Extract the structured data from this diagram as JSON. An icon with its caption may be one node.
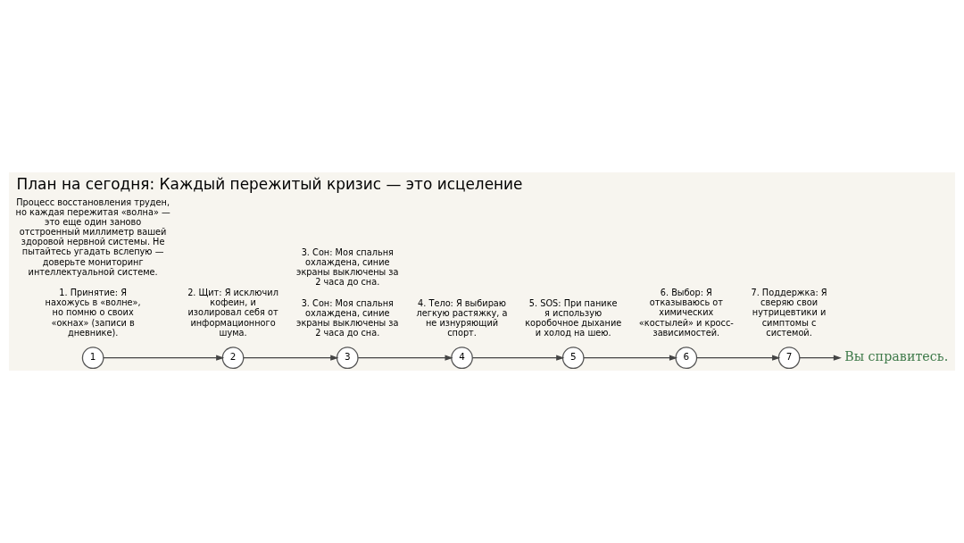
{
  "diagram": {
    "title": "План на сегодня: Каждый пережитый кризис — это исцеление",
    "nodes": [
      {
        "text": [
          "1"
        ],
        "beside": [
          "1. Принятие: Я нахожусь в «волне», но помню о своих «окнах» (записи в дневнике)."
        ]
      },
      {
        "text": [
          "2"
        ],
        "beside": [
          "2. Щит: Я исключил кофеин, и изолировал себя от информационного шума."
        ]
      },
      {
        "text": [
          "3"
        ],
        "beside": [
          "3. Сон: Моя спальня охлаждена, синие экраны выключены за 2 часа до сна.",
          "3. Сон: Моя спальня охлаждена, синие экраны выключены за 2 часа до сна."
        ]
      },
      {
        "text": [
          "4"
        ],
        "beside": [
          "4. Тело: Я выбираю легкую растяжку, а не изнуряющий спорт."
        ]
      },
      {
        "text": [
          "5"
        ],
        "beside": [
          "5. SOS: При панике я использую коробочное дыхание и холод на шею."
        ]
      },
      {
        "text": [
          "6"
        ],
        "beside": [
          "6. Выбор: Я отказываюсь от химических «костылей» и кросс-зависимостей."
        ]
      },
      {
        "text": [
          "7"
        ],
        "beside": [
          "7. Поддержка: Я сверяю свои нутрицевтики и симптомы с системой."
        ]
      },
      {
        "text": [
          "Вы справитесь."
        ]
      }
    ],
    "edges": [
      {
        "from": 0,
        "to": 1,
        "arrow": "to"
      },
      {
        "from": 1,
        "to": 2,
        "arrow": "to"
      },
      {
        "from": 2,
        "to": 3,
        "arrow": "to"
      },
      {
        "from": 3,
        "to": 4,
        "arrow": "to"
      },
      {
        "from": 4,
        "to": 5,
        "arrow": "to"
      },
      {
        "from": 5,
        "to": 6,
        "arrow": "to"
      },
      {
        "from": 6,
        "to": 7,
        "arrow": "to"
      }
    ],
    "labels": [
      "Процесс восстановления труден, но каждая пережитая «волна» — это еще один заново отстроенный миллиметр вашей здоровой нервной системы. Не пытайтесь угадать вслепую — доверьте мониторинг интеллектуальной системе."
    ]
  }
}
